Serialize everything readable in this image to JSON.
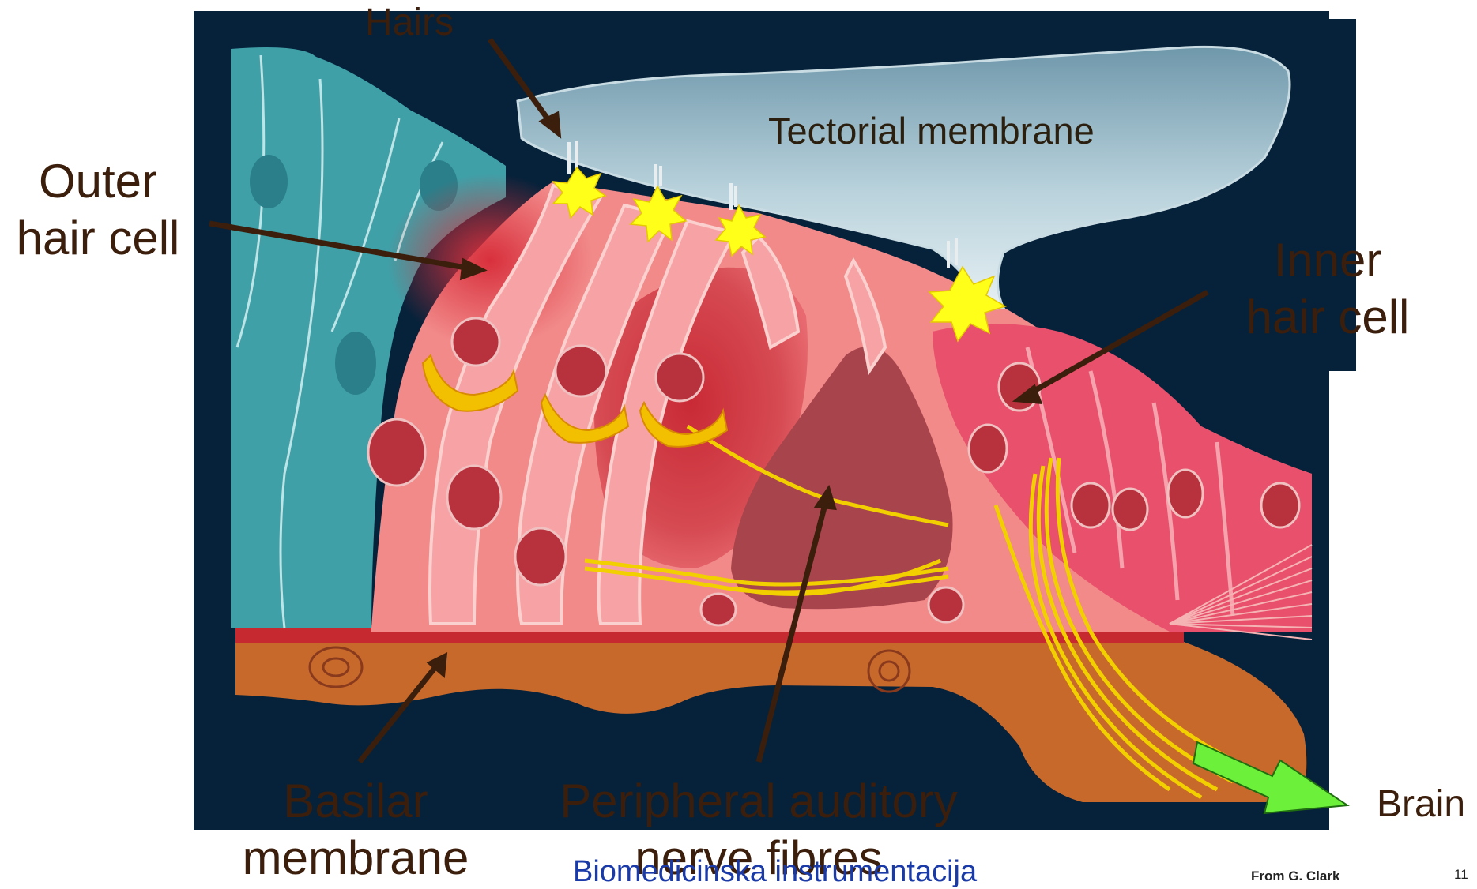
{
  "labels": {
    "hairs": "Hairs",
    "tectorial_membrane": "Tectorial membrane",
    "outer_hair_cell": [
      "Outer",
      "hair cell"
    ],
    "inner_hair_cell": [
      "Inner",
      "hair cell"
    ],
    "basilar_membrane": [
      "Basilar",
      "membrane"
    ],
    "peripheral_nerve": [
      "Peripheral auditory",
      "nerve fibres"
    ],
    "brain": "Brain"
  },
  "footer": {
    "course": "Biomedicinska instrumentacija",
    "credit": "From G. Clark",
    "page": "11"
  },
  "colors": {
    "background_panel": "#06223a",
    "supporting_cells": "#3fa0a8",
    "organ_pink": "#f28a8a",
    "organ_dark": "#c9343e",
    "inner_region": "#e8506c",
    "basilar": "#c8692c",
    "nerve": "#f2d000",
    "spark": "#ffff1a",
    "arrow": "#3b1e0c",
    "brain_arrow": "#6cf03a",
    "tectorial": "#a9c6d2"
  }
}
